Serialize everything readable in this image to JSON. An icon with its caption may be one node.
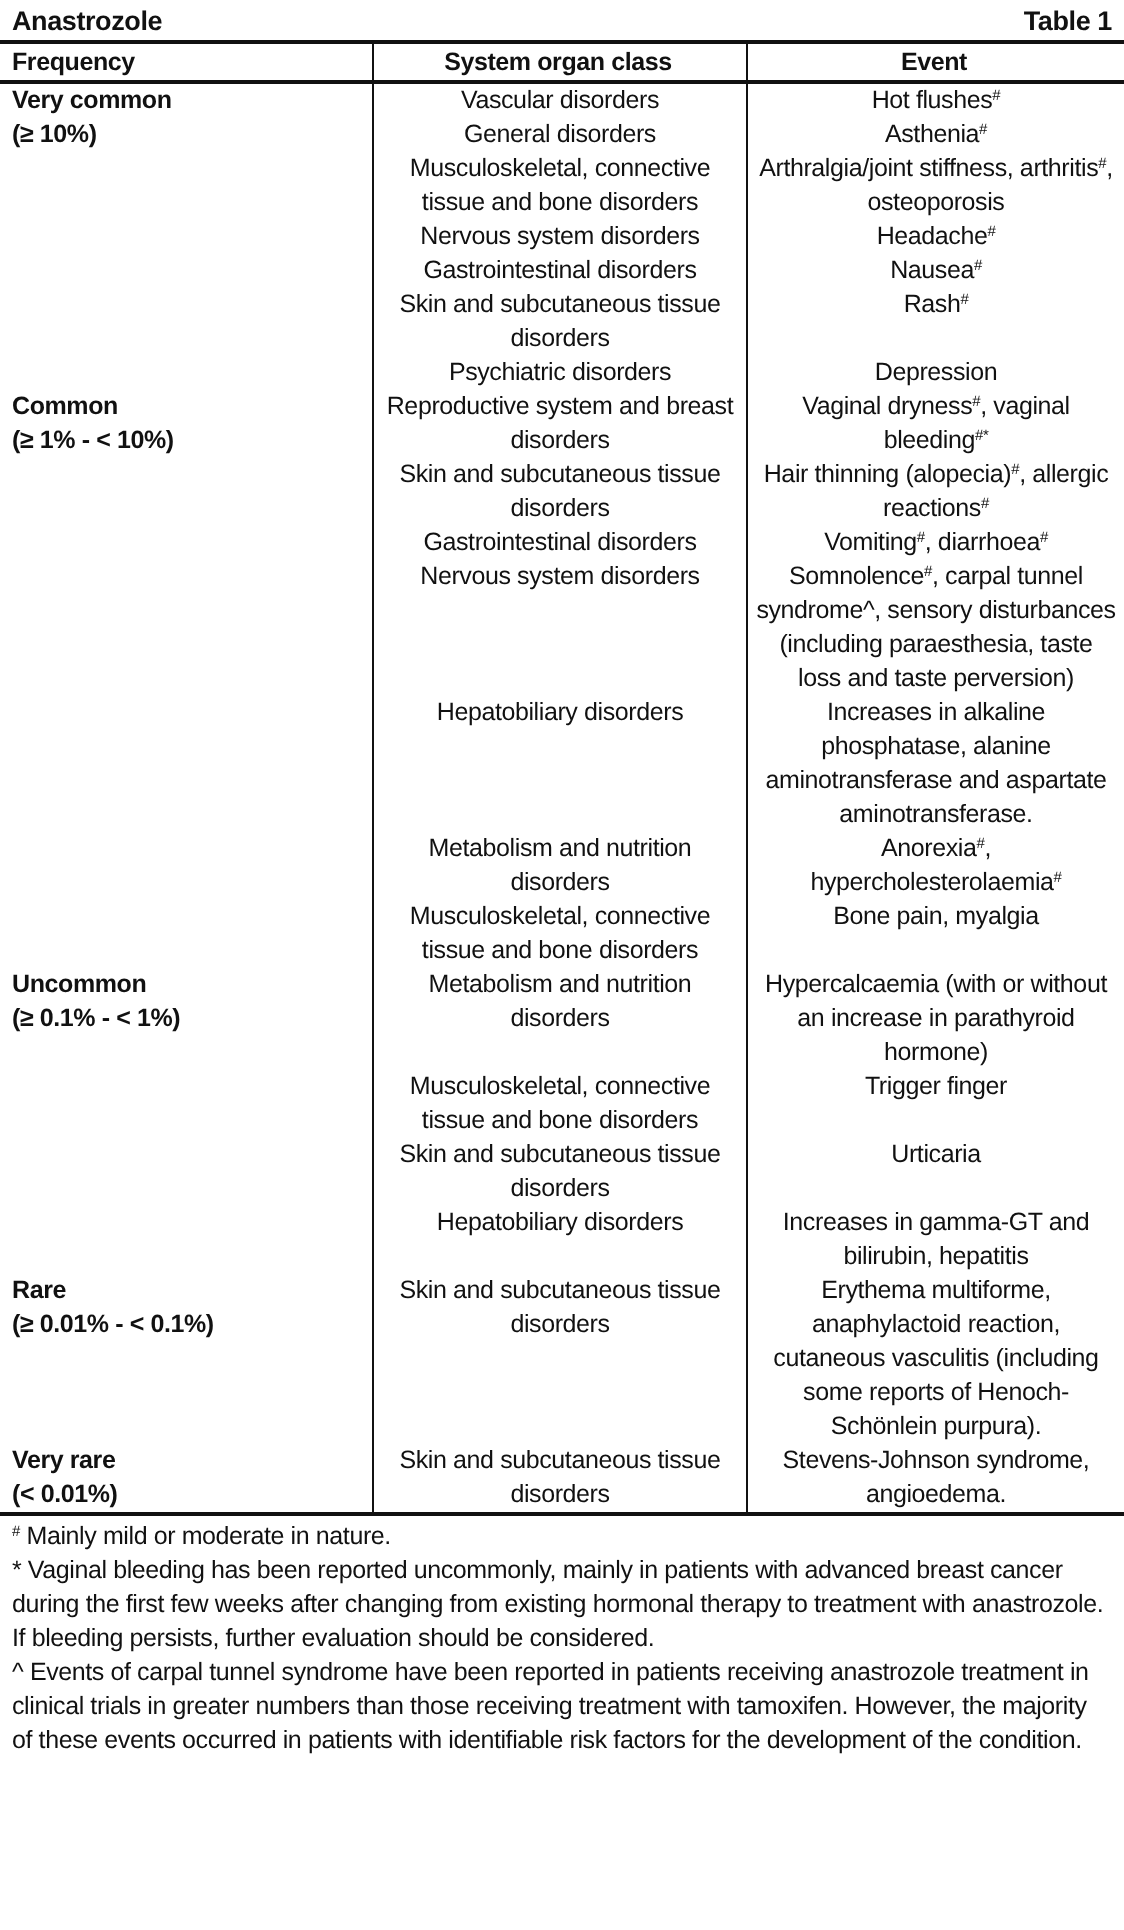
{
  "diagram": {
    "title": "Anastrozole",
    "labels": [
      "Table 1",
      "Frequency",
      "System organ class",
      "Event",
      "Very common",
      "(≥ 10%)",
      "Vascular disorders",
      "Hot flushes$^{#}$",
      "General disorders",
      "Asthenia$^{#}$",
      "Musculoskeletal, connective tissue and bone disorders",
      "Arthralgia/joint stiffness, arthritis$^{#}$, osteoporosis",
      "Nervous system disorders",
      "Headache$^{#}$",
      "Gastrointestinal disorders",
      "Nausea$^{#}$",
      "Skin and subcutaneous tissue disorders",
      "Rash$^{#}$",
      "Psychiatric disorders",
      "Depression",
      "Common",
      "(≥ 1% - < 10%)",
      "Reproductive system and breast disorders",
      "Vaginal dryness$^{#}$, vaginal bleeding$^{#*}$",
      "Skin and subcutaneous tissue disorders",
      "Hair thinning (alopecia)$^{#}$, allergic reactions$^{#}$",
      "Gastrointestinal disorders",
      "Vomiting$^{#}$, diarrhoea$^{#}$",
      "Nervous system disorders",
      "Somnolence$^{#}$, carpal tunnel syndrome^, sensory disturbances (including paraesthesia, taste loss and taste perversion)",
      "Hepatobiliary disorders",
      "Increases in alkaline phosphatase, alanine aminotransferase and aspartate aminotransferase.",
      "Metabolism and nutrition disorders",
      "Anorexia$^{#}$, hypercholesterolaemia$^{#}$",
      "Musculoskeletal, connective tissue and bone disorders",
      "Bone pain, myalgia",
      "Uncommon",
      "(≥ 0.1% - < 1%)",
      "Metabolism and nutrition disorders",
      "Hypercalcaemia (with or without an increase in parathyroid hormone)",
      "Musculoskeletal, connective tissue and bone disorders",
      "Trigger finger",
      "Skin and subcutaneous tissue disorders",
      "Urticaria",
      "Hepatobiliary disorders",
      "Increases in gamma-GT and bilirubin, hepatitis",
      "Rare",
      "(≥ 0.01% - < 0.1%)",
      "Skin and subcutaneous tissue disorders",
      "Erythema multiforme, anaphylactoid reaction, cutaneous vasculitis (including some reports of Henoch-Schönlein purpura).",
      "Very rare",
      "(< 0.01%)",
      "Skin and subcutaneous tissue disorders",
      "Stevens-Johnson syndrome, angioedema.",
      "$^{#}$ Mainly mild or moderate in nature.",
      "* Vaginal bleeding has been reported uncommonly, mainly in patients with advanced breast cancer during the first few weeks after changing from existing hormonal therapy to treatment with anastrozole. If bleeding persists, further evaluation should be considered.",
      "^ Events of carpal tunnel syndrome have been reported in patients receiving anastrozole treatment in clinical trials in greater numbers than those receiving treatment with tamoxifen. However, the majority of these events occurred in patients with identifiable risk factors for the development of the condition."
    ]
  }
}
